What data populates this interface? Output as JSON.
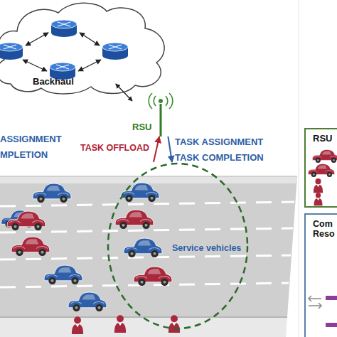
{
  "diagram": {
    "nodes": [
      {
        "text": [
          "Backhaul"
        ]
      },
      {
        "text": [
          "RSU"
        ]
      },
      {
        "text": [
          "Service vehicles"
        ]
      },
      {
        "text": [
          "RSU"
        ]
      },
      {
        "text": [
          "Com Reso"
        ]
      }
    ],
    "edges": [
      {
        "from": 0,
        "to": 1,
        "arrow": "both"
      },
      {
        "from": 2,
        "to": 1,
        "label": "TASK OFFLOAD",
        "arrow": "to"
      },
      {
        "from": 1,
        "to": 2,
        "label": "TASK ASSIGNMENT TASK COMPLETION",
        "arrow": "to"
      }
    ],
    "labels": [
      "ASSIGNMENT",
      "MPLETION"
    ]
  }
}
